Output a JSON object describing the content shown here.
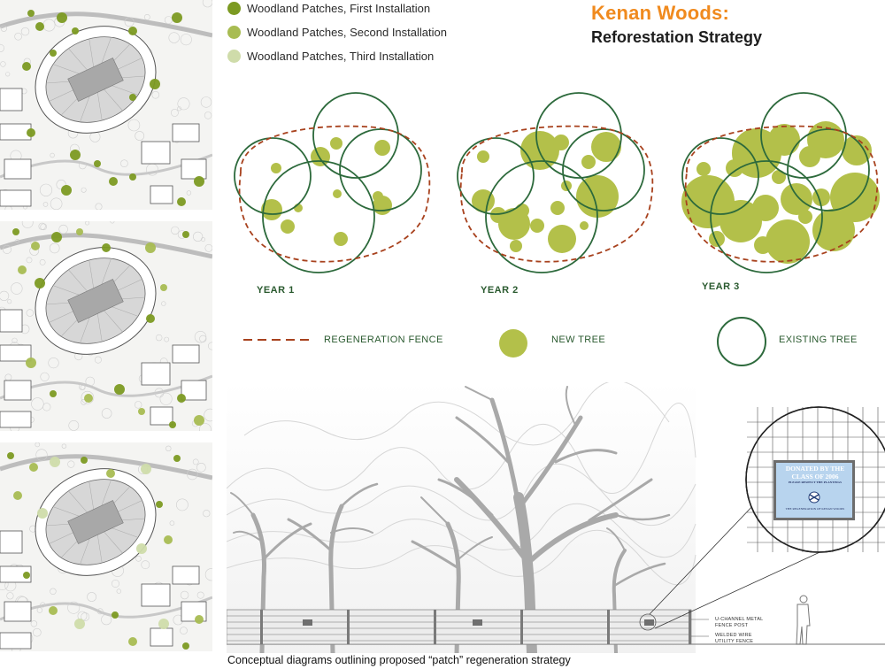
{
  "legend": {
    "items": [
      {
        "label": "Woodland Patches, First Installation",
        "color": "#7c9a22"
      },
      {
        "label": "Woodland Patches, Second Installation",
        "color": "#a8bc52"
      },
      {
        "label": "Woodland Patches, Third Installation",
        "color": "#cfdcaa"
      }
    ]
  },
  "title": {
    "main": "Kenan Woods:",
    "sub": "Reforestation Strategy"
  },
  "years": [
    "YEAR 1",
    "YEAR 2",
    "YEAR 3"
  ],
  "key": {
    "fence": "REGENERATION FENCE",
    "new_tree": "NEW TREE",
    "existing_tree": "EXISTING TREE"
  },
  "colors": {
    "fence": "#a8421e",
    "new_tree": "#b3c04a",
    "existing_tree": "#2d6a3c",
    "title_accent": "#f08a1e",
    "label_green": "#2a5a2f"
  },
  "plaque": {
    "line1": "DONATED BY THE",
    "line2": "CLASS OF 2006",
    "line3": "PLEASE RESPECT THE PLANTINGS",
    "line4": "THE REGENERATION OF KENAN WOODS"
  },
  "callouts": {
    "post": [
      "U-CHANNEL METAL",
      "FENCE POST"
    ],
    "fence": [
      "WELDED WIRE",
      "UTILITY FENCE"
    ]
  },
  "caption": "Conceptual diagrams outlining proposed “patch” regeneration strategy"
}
